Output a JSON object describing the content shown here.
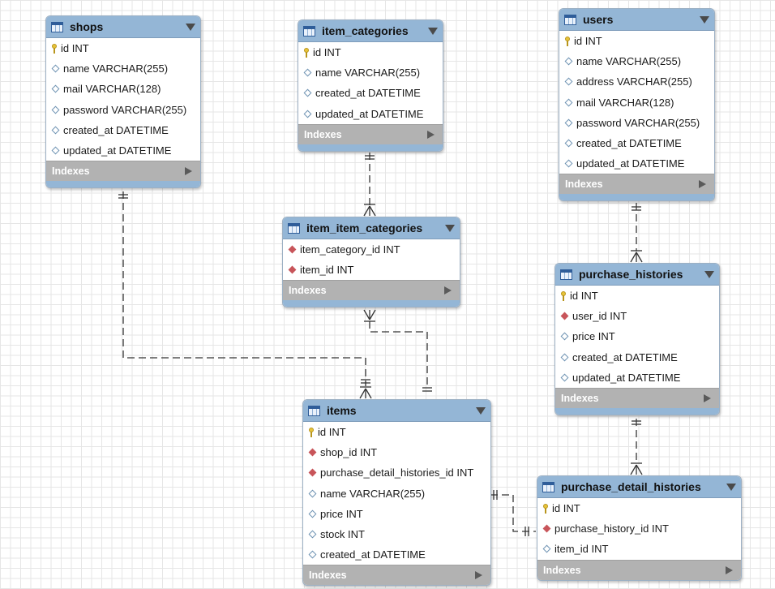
{
  "index_label": "Indexes",
  "tables": [
    {
      "name": "shops",
      "columns": [
        {
          "text": "id INT",
          "kind": "pk"
        },
        {
          "text": "name VARCHAR(255)",
          "kind": "col"
        },
        {
          "text": "mail VARCHAR(128)",
          "kind": "col"
        },
        {
          "text": "password VARCHAR(255)",
          "kind": "col"
        },
        {
          "text": "created_at DATETIME",
          "kind": "col"
        },
        {
          "text": "updated_at DATETIME",
          "kind": "col"
        }
      ]
    },
    {
      "name": "item_categories",
      "columns": [
        {
          "text": "id INT",
          "kind": "pk"
        },
        {
          "text": "name VARCHAR(255)",
          "kind": "col"
        },
        {
          "text": "created_at DATETIME",
          "kind": "col"
        },
        {
          "text": "updated_at DATETIME",
          "kind": "col"
        }
      ]
    },
    {
      "name": "users",
      "columns": [
        {
          "text": "id INT",
          "kind": "pk"
        },
        {
          "text": "name VARCHAR(255)",
          "kind": "col"
        },
        {
          "text": "address VARCHAR(255)",
          "kind": "col"
        },
        {
          "text": "mail VARCHAR(128)",
          "kind": "col"
        },
        {
          "text": "password VARCHAR(255)",
          "kind": "col"
        },
        {
          "text": "created_at DATETIME",
          "kind": "col"
        },
        {
          "text": "updated_at DATETIME",
          "kind": "col"
        }
      ]
    },
    {
      "name": "item_item_categories",
      "columns": [
        {
          "text": "item_category_id INT",
          "kind": "fk"
        },
        {
          "text": "item_id INT",
          "kind": "fk"
        }
      ]
    },
    {
      "name": "purchase_histories",
      "columns": [
        {
          "text": "id INT",
          "kind": "pk"
        },
        {
          "text": "user_id INT",
          "kind": "fk"
        },
        {
          "text": "price INT",
          "kind": "col"
        },
        {
          "text": "created_at DATETIME",
          "kind": "col"
        },
        {
          "text": "updated_at DATETIME",
          "kind": "col"
        }
      ]
    },
    {
      "name": "items",
      "columns": [
        {
          "text": "id INT",
          "kind": "pk"
        },
        {
          "text": "shop_id INT",
          "kind": "fk"
        },
        {
          "text": "purchase_detail_histories_id INT",
          "kind": "fk"
        },
        {
          "text": "name VARCHAR(255)",
          "kind": "col"
        },
        {
          "text": "price INT",
          "kind": "col"
        },
        {
          "text": "stock INT",
          "kind": "col"
        },
        {
          "text": "created_at DATETIME",
          "kind": "col"
        }
      ]
    },
    {
      "name": "purchase_detail_histories",
      "columns": [
        {
          "text": "id INT",
          "kind": "pk"
        },
        {
          "text": "purchase_history_id INT",
          "kind": "fk"
        },
        {
          "text": "item_id INT",
          "kind": "col"
        }
      ]
    }
  ],
  "relationships": [
    {
      "from": "shops",
      "to": "items",
      "from_end": "one",
      "to_end": "many"
    },
    {
      "from": "item_categories",
      "to": "item_item_categories",
      "from_end": "one",
      "to_end": "many"
    },
    {
      "from": "items",
      "to": "item_item_categories",
      "from_end": "one",
      "to_end": "many"
    },
    {
      "from": "users",
      "to": "purchase_histories",
      "from_end": "one",
      "to_end": "many"
    },
    {
      "from": "purchase_histories",
      "to": "purchase_detail_histories",
      "from_end": "one",
      "to_end": "many"
    },
    {
      "from": "items",
      "to": "purchase_detail_histories",
      "from_end": "one",
      "to_end": "one"
    }
  ]
}
